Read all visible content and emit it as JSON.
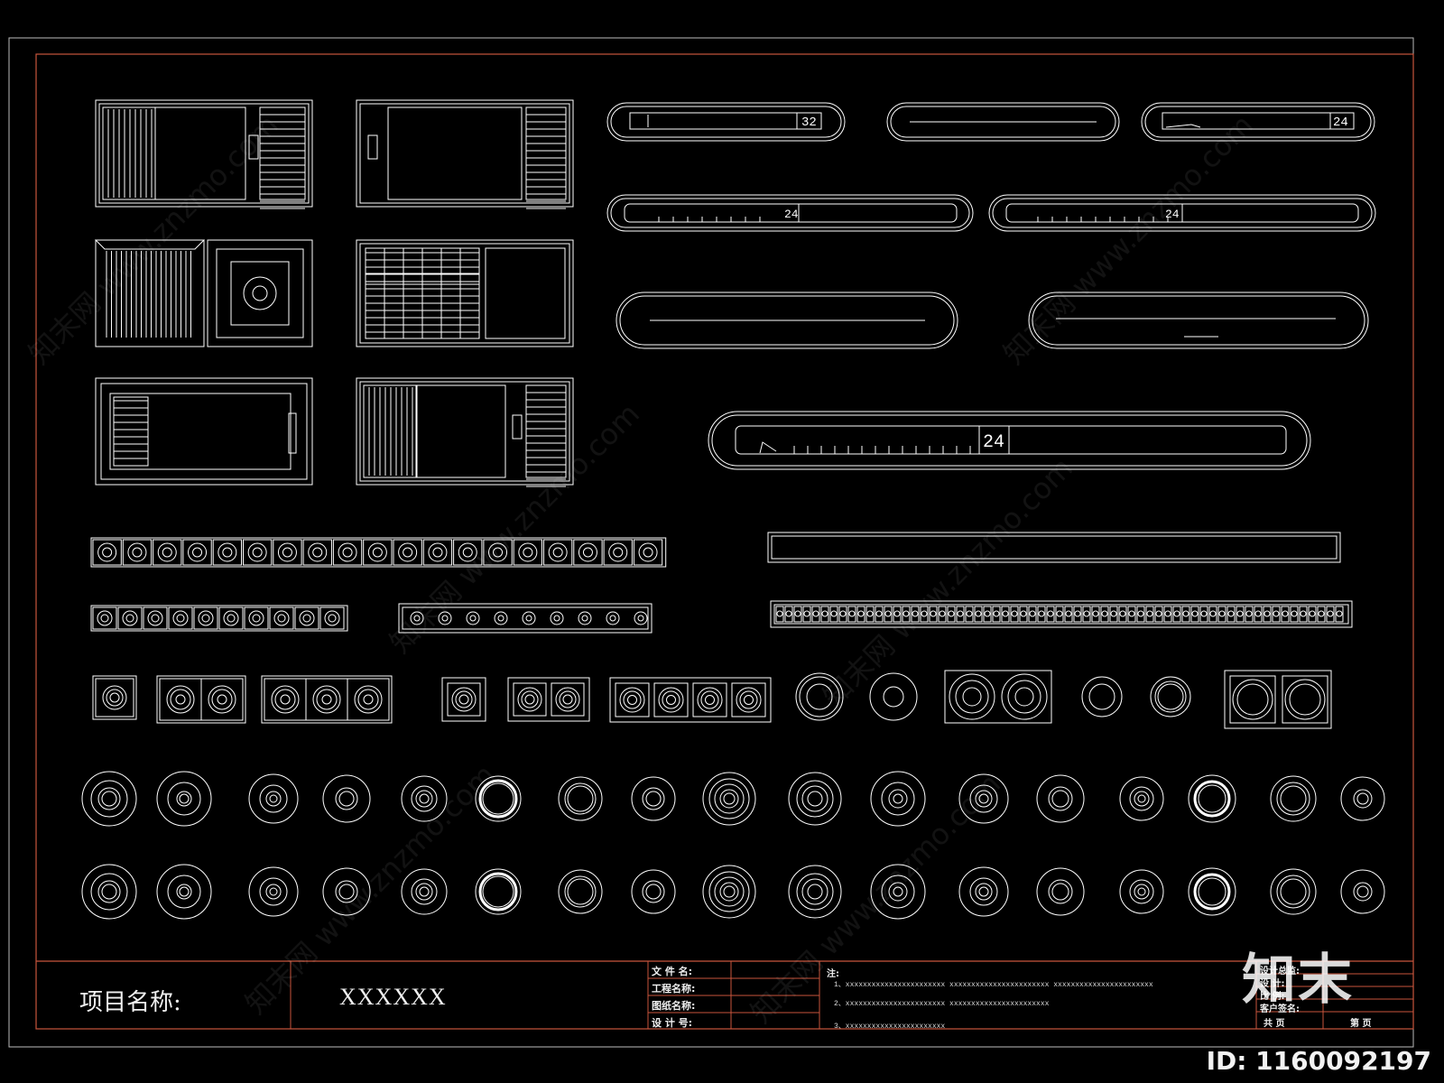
{
  "title_block": {
    "project_label": "项目名称:",
    "project_value": "XXXXXX",
    "fields": [
      "文 件 名:",
      "工程名称:",
      "图纸名称:",
      "设 计 号:"
    ],
    "notes_label": "注:",
    "notes": [
      "1、xxxxxxxxxxxxxxxxxxxxxxx   xxxxxxxxxxxxxxxxxxxxxxx   xxxxxxxxxxxxxxxxxxxxxxx",
      "2、xxxxxxxxxxxxxxxxxxxxxxx   xxxxxxxxxxxxxxxxxxxxxxx",
      "3、xxxxxxxxxxxxxxxxxxxxxxx"
    ],
    "right_fields": [
      "设计总监:",
      "设    计:",
      "比    例:",
      "客户签名:"
    ],
    "page_total": "共    页",
    "page_no": "第    页"
  },
  "displays": {
    "strip_top_left": "32",
    "strip_top_right": "24",
    "strip_mid_left": "24",
    "strip_mid_right": "24",
    "strip_big": "24"
  },
  "watermark": {
    "brand": "知末",
    "id_text": "ID: 1160092197",
    "site_text": "知末网 www.znzmo.com"
  },
  "colors": {
    "background": "#000000",
    "line": "#ffffff",
    "frame_red": "#c8553d"
  }
}
